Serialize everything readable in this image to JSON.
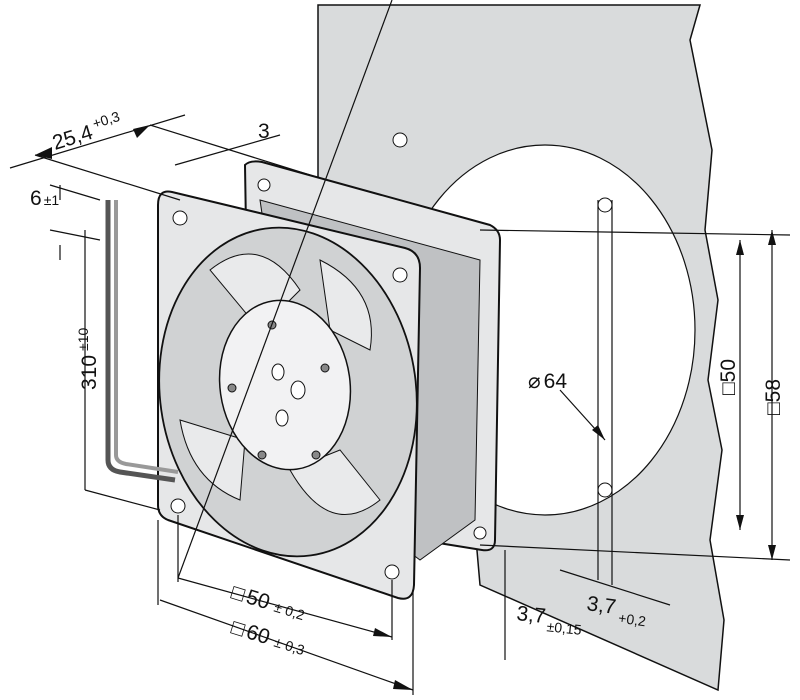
{
  "title": "Fan dimension drawing",
  "colors": {
    "panel": "#d9dbdc",
    "frame": "#e6e7e8",
    "shade": "#bfc1c3",
    "line": "#111111"
  },
  "dimensions": {
    "depth": {
      "value": "25,4",
      "tol": "+0,3"
    },
    "flange": {
      "value": "3"
    },
    "lead_offset": {
      "value": "6",
      "tol": "±1"
    },
    "lead_length": {
      "value": "310",
      "tol": "±10"
    },
    "cutout_diameter": {
      "symbol": "⌀",
      "value": "64"
    },
    "hole_spacing_panel": {
      "symbol": "□",
      "value": "50"
    },
    "panel_square": {
      "symbol": "□",
      "value": "58"
    },
    "hole_spacing": {
      "symbol": "□",
      "value": "50",
      "tol": "± 0,2"
    },
    "frame_square": {
      "symbol": "□",
      "value": "60",
      "tol": "± 0,3"
    },
    "hole_diameter_fan": {
      "value": "3,7",
      "tol": "±0,15"
    },
    "hole_diameter_panel": {
      "value": "3,7",
      "tol": "+0,2"
    }
  }
}
